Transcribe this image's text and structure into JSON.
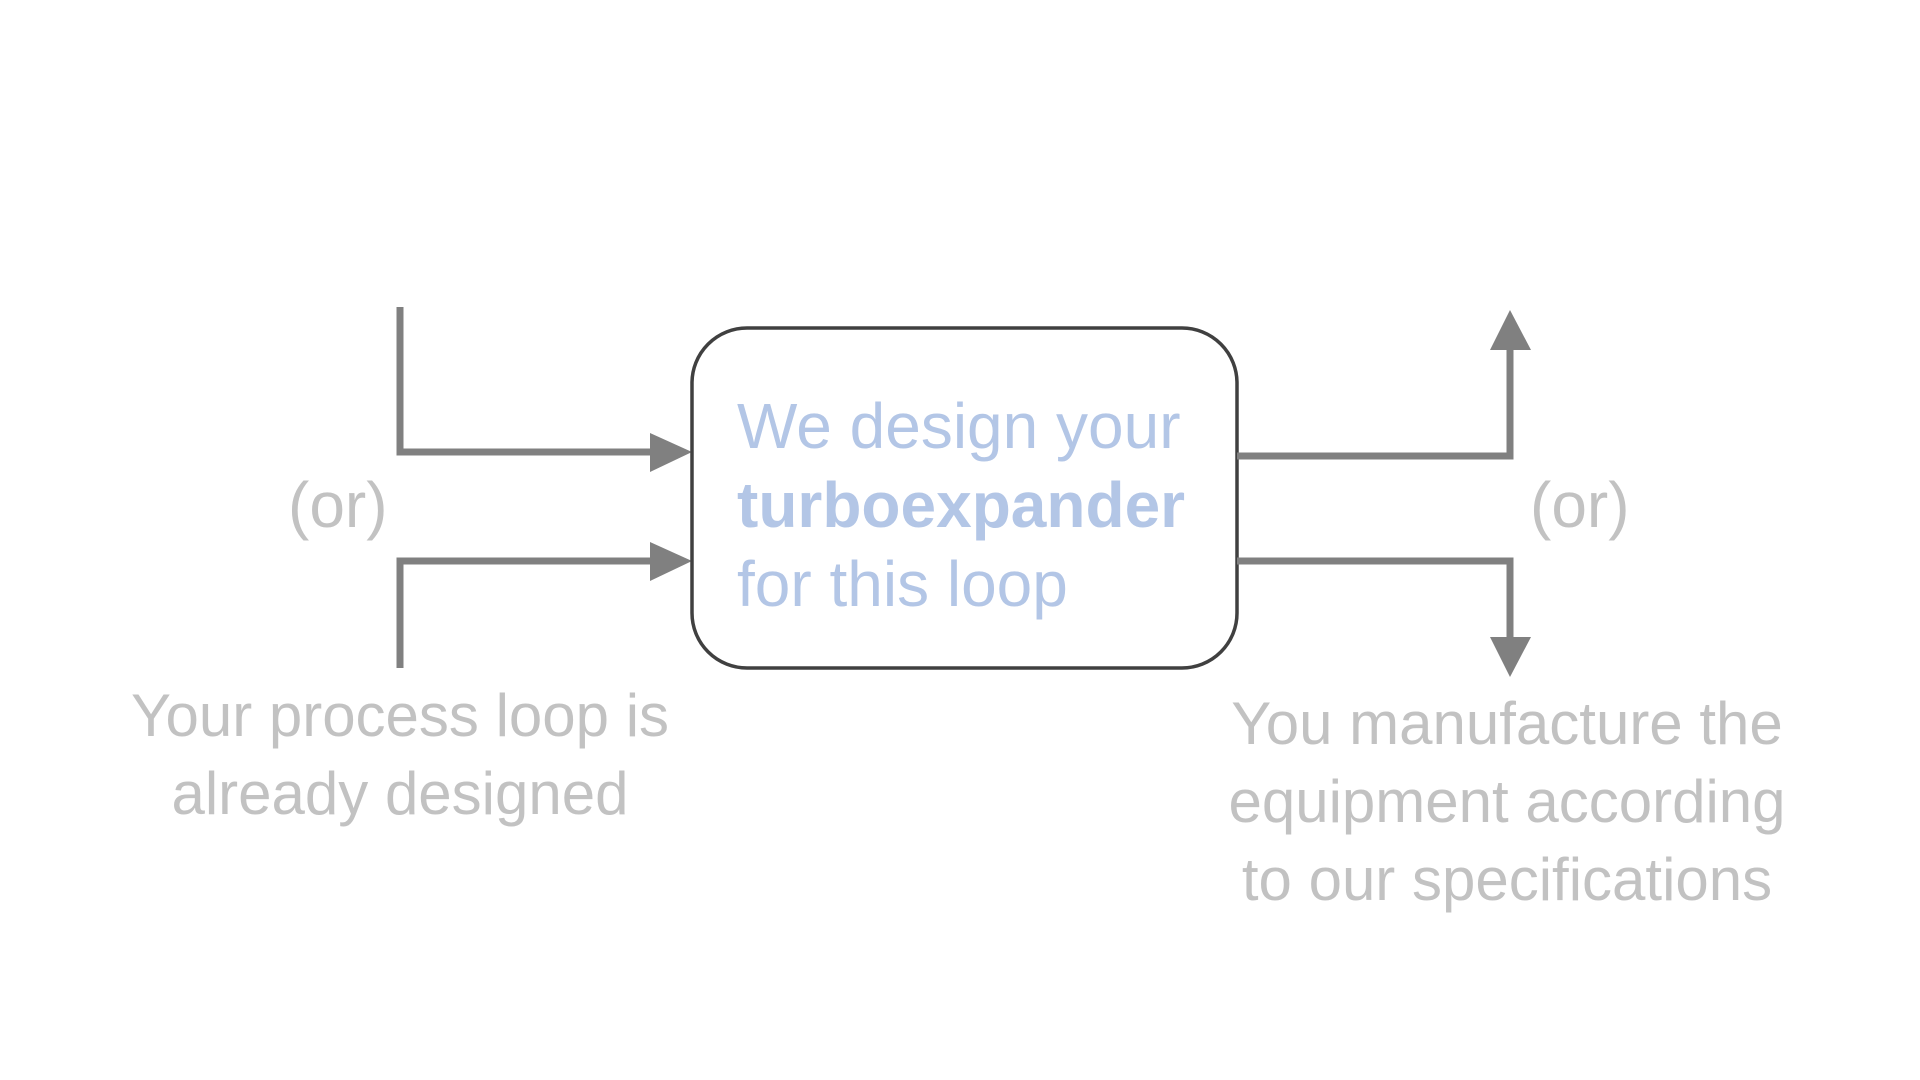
{
  "colors": {
    "arrow": "#808080",
    "box_border": "#404040",
    "caption_text": "#c2c2c2",
    "box_text": "#b3c6e6",
    "background": "#ffffff"
  },
  "left": {
    "or_label": "(or)",
    "caption_lines": [
      "Your process loop is",
      "already designed"
    ]
  },
  "center": {
    "line1": "We design your",
    "line2": "turboexpander",
    "line3": "for this loop"
  },
  "right": {
    "or_label": "(or)",
    "caption_lines": [
      "You manufacture the",
      "equipment according",
      "to our specifications"
    ]
  }
}
